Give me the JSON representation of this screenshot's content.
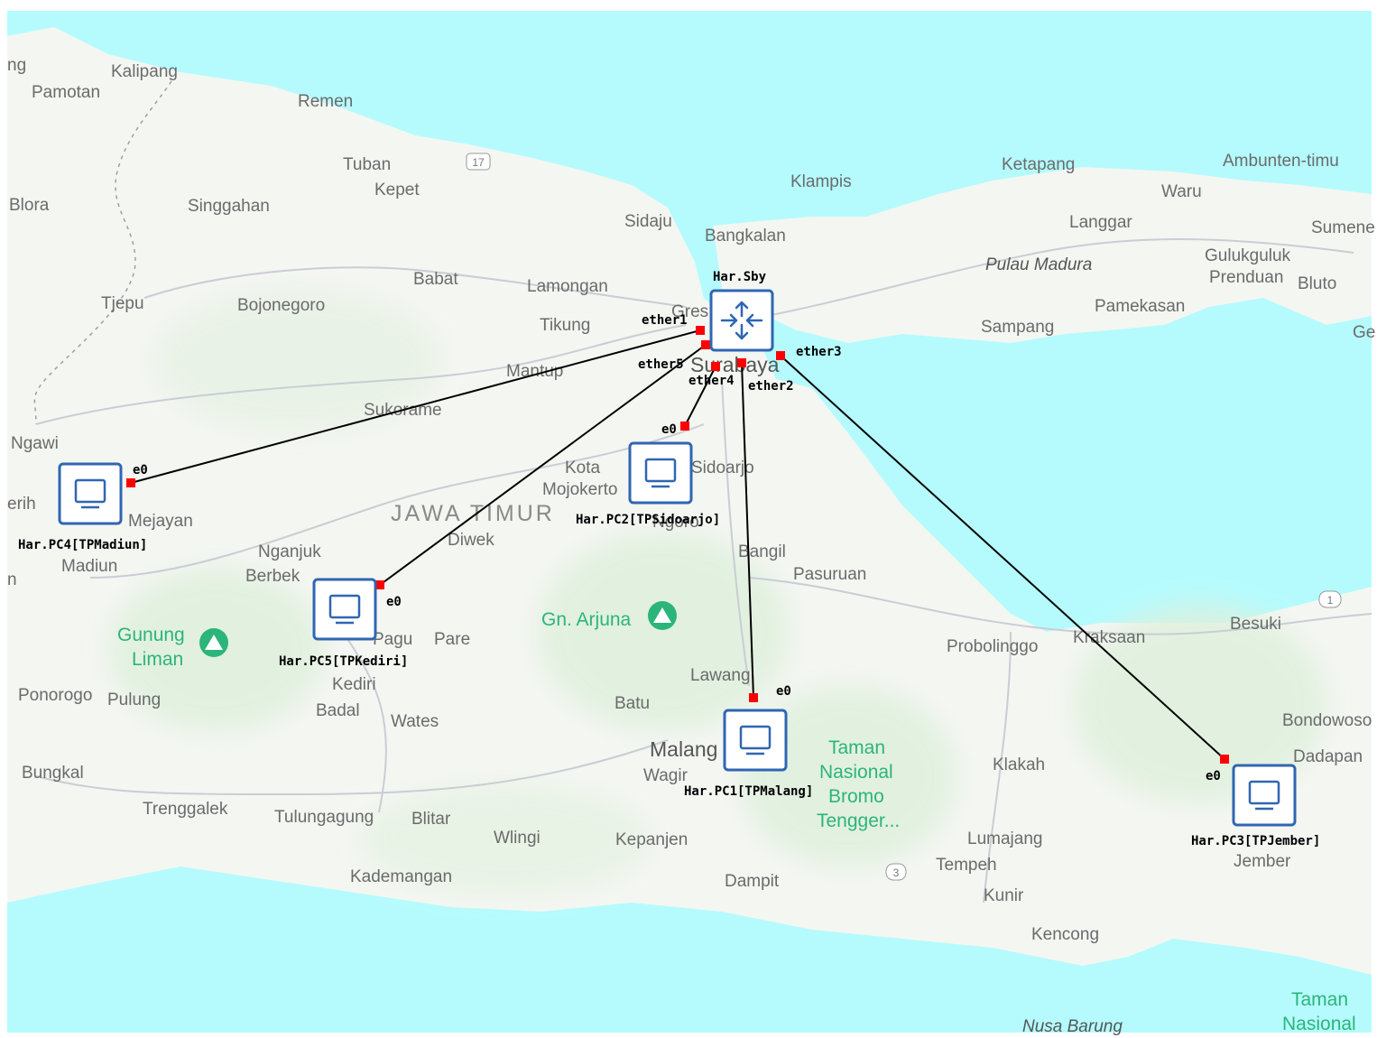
{
  "map": {
    "colors": {
      "sea": "#b5fbfd",
      "land": "#f4f6f2",
      "green": "#dff0dd",
      "road": "#c9cdd4",
      "park": "#2bb57a"
    },
    "route_shields": [
      "17",
      "1",
      "3"
    ],
    "places": [
      {
        "id": "kalipang",
        "text": "Kalipang",
        "cls": ""
      },
      {
        "id": "pamotan",
        "text": "Pamotan",
        "cls": ""
      },
      {
        "id": "ng",
        "text": "ng",
        "cls": ""
      },
      {
        "id": "remen",
        "text": "Remen",
        "cls": ""
      },
      {
        "id": "tuban",
        "text": "Tuban",
        "cls": ""
      },
      {
        "id": "kepet",
        "text": "Kepet",
        "cls": ""
      },
      {
        "id": "blora",
        "text": "Blora",
        "cls": ""
      },
      {
        "id": "singgahan",
        "text": "Singgahan",
        "cls": ""
      },
      {
        "id": "sidaju",
        "text": "Sidaju",
        "cls": ""
      },
      {
        "id": "klampis",
        "text": "Klampis",
        "cls": ""
      },
      {
        "id": "ketapang",
        "text": "Ketapang",
        "cls": ""
      },
      {
        "id": "ambunten",
        "text": "Ambunten-timu",
        "cls": ""
      },
      {
        "id": "waru",
        "text": "Waru",
        "cls": ""
      },
      {
        "id": "langgar",
        "text": "Langgar",
        "cls": ""
      },
      {
        "id": "sumene",
        "text": "Sumene",
        "cls": ""
      },
      {
        "id": "bangkalan",
        "text": "Bangkalan",
        "cls": ""
      },
      {
        "id": "gulukguluk",
        "text": "Gulukguluk",
        "cls": ""
      },
      {
        "id": "prenduan",
        "text": "Prenduan",
        "cls": ""
      },
      {
        "id": "bluto",
        "text": "Bluto",
        "cls": ""
      },
      {
        "id": "pulau_madura",
        "text": "Pulau Madura",
        "cls": "island"
      },
      {
        "id": "babat",
        "text": "Babat",
        "cls": ""
      },
      {
        "id": "lamongan",
        "text": "Lamongan",
        "cls": ""
      },
      {
        "id": "tjepu",
        "text": "Tjepu",
        "cls": ""
      },
      {
        "id": "bojonegoro",
        "text": "Bojonegoro",
        "cls": ""
      },
      {
        "id": "pamekasan",
        "text": "Pamekasan",
        "cls": ""
      },
      {
        "id": "gresik",
        "text": "Gres",
        "cls": ""
      },
      {
        "id": "tikung",
        "text": "Tikung",
        "cls": ""
      },
      {
        "id": "sampang",
        "text": "Sampang",
        "cls": ""
      },
      {
        "id": "ge",
        "text": "Ge",
        "cls": ""
      },
      {
        "id": "surabaya",
        "text": "Surabaya",
        "cls": "big"
      },
      {
        "id": "mantup",
        "text": "Mantup",
        "cls": ""
      },
      {
        "id": "sukorame",
        "text": "Sukorame",
        "cls": ""
      },
      {
        "id": "ngawi",
        "text": "Ngawi",
        "cls": ""
      },
      {
        "id": "kota_mojokerto1",
        "text": "Kota",
        "cls": ""
      },
      {
        "id": "kota_mojokerto2",
        "text": "Mojokerto",
        "cls": ""
      },
      {
        "id": "sidoarjo",
        "text": "Sidoarjo",
        "cls": ""
      },
      {
        "id": "serih",
        "text": "erih",
        "cls": ""
      },
      {
        "id": "mejayan",
        "text": "Mejayan",
        "cls": ""
      },
      {
        "id": "jawa_timur",
        "text": "JAWA TIMUR",
        "cls": "region"
      },
      {
        "id": "ngoro",
        "text": "Ngoro",
        "cls": ""
      },
      {
        "id": "diwek",
        "text": "Diwek",
        "cls": ""
      },
      {
        "id": "nganjuk",
        "text": "Nganjuk",
        "cls": ""
      },
      {
        "id": "bangil",
        "text": "Bangil",
        "cls": ""
      },
      {
        "id": "madiun",
        "text": "Madiun",
        "cls": ""
      },
      {
        "id": "berbek",
        "text": "Berbek",
        "cls": ""
      },
      {
        "id": "pasuruan",
        "text": "Pasuruan",
        "cls": ""
      },
      {
        "id": "n_left",
        "text": "n",
        "cls": ""
      },
      {
        "id": "gn_arjuna",
        "text": "Gn. Arjuna",
        "cls": "park"
      },
      {
        "id": "besuki",
        "text": "Besuki",
        "cls": ""
      },
      {
        "id": "gunung",
        "text": "Gunung",
        "cls": "park"
      },
      {
        "id": "liman",
        "text": "Liman",
        "cls": "park"
      },
      {
        "id": "pagu",
        "text": "Pagu",
        "cls": ""
      },
      {
        "id": "pare",
        "text": "Pare",
        "cls": ""
      },
      {
        "id": "probolinggo",
        "text": "Probolinggo",
        "cls": ""
      },
      {
        "id": "kraksaan",
        "text": "Kraksaan",
        "cls": ""
      },
      {
        "id": "lawang",
        "text": "Lawang",
        "cls": ""
      },
      {
        "id": "kediri",
        "text": "Kediri",
        "cls": ""
      },
      {
        "id": "ponorogo",
        "text": "Ponorogo",
        "cls": ""
      },
      {
        "id": "pulung",
        "text": "Pulung",
        "cls": ""
      },
      {
        "id": "batu",
        "text": "Batu",
        "cls": ""
      },
      {
        "id": "badal",
        "text": "Badal",
        "cls": ""
      },
      {
        "id": "wates",
        "text": "Wates",
        "cls": ""
      },
      {
        "id": "bondowoso",
        "text": "Bondowoso",
        "cls": ""
      },
      {
        "id": "malang",
        "text": "Malang",
        "cls": "big"
      },
      {
        "id": "taman1",
        "text": "Taman",
        "cls": "park"
      },
      {
        "id": "nasional1",
        "text": "Nasional",
        "cls": "park"
      },
      {
        "id": "bromo",
        "text": "Bromo",
        "cls": "park"
      },
      {
        "id": "tengger",
        "text": "Tengger...",
        "cls": "park"
      },
      {
        "id": "dadapan",
        "text": "Dadapan",
        "cls": ""
      },
      {
        "id": "klakah",
        "text": "Klakah",
        "cls": ""
      },
      {
        "id": "bungkal",
        "text": "Bungkal",
        "cls": ""
      },
      {
        "id": "wagir",
        "text": "Wagir",
        "cls": ""
      },
      {
        "id": "trenggalek",
        "text": "Trenggalek",
        "cls": ""
      },
      {
        "id": "tulungagung",
        "text": "Tulungagung",
        "cls": ""
      },
      {
        "id": "blitar",
        "text": "Blitar",
        "cls": ""
      },
      {
        "id": "wlingi",
        "text": "Wlingi",
        "cls": ""
      },
      {
        "id": "kepanjen",
        "text": "Kepanjen",
        "cls": ""
      },
      {
        "id": "lumajang",
        "text": "Lumajang",
        "cls": ""
      },
      {
        "id": "jember",
        "text": "Jember",
        "cls": ""
      },
      {
        "id": "tempeh",
        "text": "Tempeh",
        "cls": ""
      },
      {
        "id": "kademangan",
        "text": "Kademangan",
        "cls": ""
      },
      {
        "id": "dampit",
        "text": "Dampit",
        "cls": ""
      },
      {
        "id": "kunir",
        "text": "Kunir",
        "cls": ""
      },
      {
        "id": "kencong",
        "text": "Kencong",
        "cls": ""
      },
      {
        "id": "nusa_barung",
        "text": "Nusa Barung",
        "cls": "island"
      },
      {
        "id": "taman2",
        "text": "Taman",
        "cls": "park"
      },
      {
        "id": "nasional2",
        "text": "Nasional",
        "cls": "park"
      }
    ]
  },
  "topology": {
    "colors": {
      "node_stroke": "#2f66b3",
      "port": "#ff0000",
      "link": "#000000"
    },
    "nodes": [
      {
        "id": "sby",
        "label": "Har.Sby",
        "type": "router",
        "icon": "router-arrows-icon"
      },
      {
        "id": "pc4",
        "label": "Har.PC4[TPMadiun]",
        "type": "pc",
        "icon": "monitor-icon"
      },
      {
        "id": "pc2",
        "label": "Har.PC2[TPSidoarjo]",
        "type": "pc",
        "icon": "monitor-icon"
      },
      {
        "id": "pc5",
        "label": "Har.PC5[TPKediri]",
        "type": "pc",
        "icon": "monitor-icon"
      },
      {
        "id": "pc1",
        "label": "Har.PC1[TPMalang]",
        "type": "pc",
        "icon": "monitor-icon"
      },
      {
        "id": "pc3",
        "label": "Har.PC3[TPJember]",
        "type": "pc",
        "icon": "monitor-icon"
      }
    ],
    "links": [
      {
        "id": "l1",
        "from": "sby",
        "from_port": "ether1",
        "to": "pc4",
        "to_port": "e0"
      },
      {
        "id": "l5",
        "from": "sby",
        "from_port": "ether5",
        "to": "pc5",
        "to_port": "e0"
      },
      {
        "id": "l4",
        "from": "sby",
        "from_port": "ether4",
        "to": "pc2",
        "to_port": "e0"
      },
      {
        "id": "l2",
        "from": "sby",
        "from_port": "ether2",
        "to": "pc1",
        "to_port": "e0"
      },
      {
        "id": "l3",
        "from": "sby",
        "from_port": "ether3",
        "to": "pc3",
        "to_port": "e0"
      }
    ]
  }
}
